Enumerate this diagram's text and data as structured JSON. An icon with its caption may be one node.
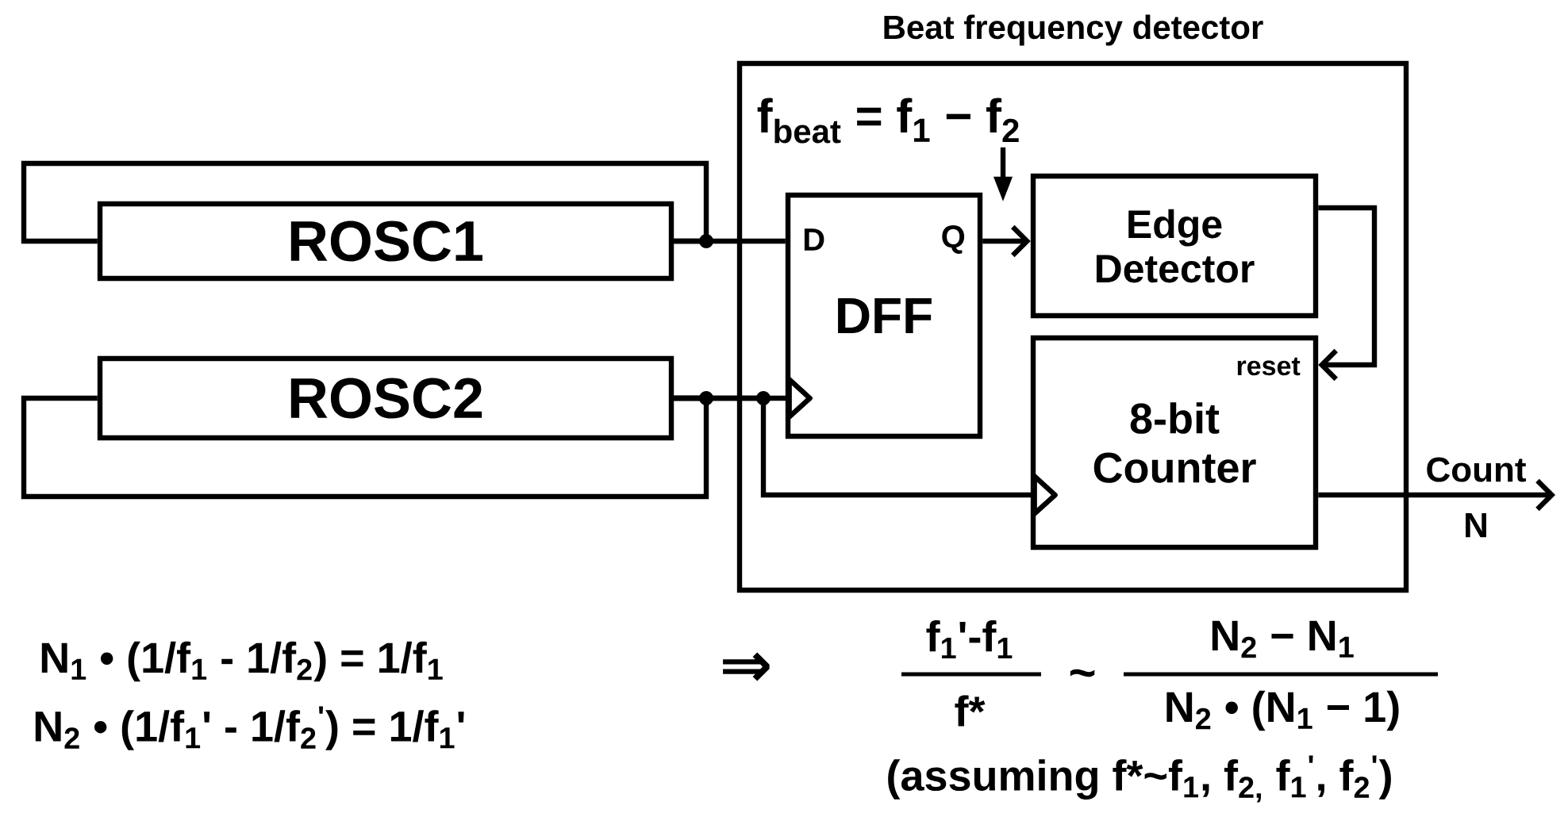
{
  "diagram": {
    "nodes": [
      {
        "text": [
          "Beat frequency detector"
        ]
      },
      {
        "text": [
          "ROSC1"
        ]
      },
      {
        "text": [
          "ROSC2"
        ]
      },
      {
        "text": [
          "D",
          "Q",
          "DFF"
        ],
        "in": 0
      },
      {
        "text": [
          "Edge Detector"
        ],
        "in": 0
      },
      {
        "text": [
          "reset",
          "8-bit Counter"
        ],
        "in": 0
      },
      {
        "text": [
          "f$_{beat}$ = f$_{1}$  −  f$_{2}$"
        ],
        "in": 0
      }
    ],
    "edges": [
      {
        "from": 1,
        "to": 1,
        "arrow": "none"
      },
      {
        "from": 1,
        "to": 3,
        "arrow": "none"
      },
      {
        "from": 2,
        "to": 2,
        "arrow": "none"
      },
      {
        "from": 2,
        "to": 3,
        "arrow": "to"
      },
      {
        "from": 2,
        "to": 5,
        "arrow": "to"
      },
      {
        "from": 3,
        "to": 4,
        "arrow": "to"
      },
      {
        "from": 4,
        "to": 5,
        "arrow": "to"
      },
      {
        "from": 5,
        "to": null,
        "arrow": "to",
        "label": "Count"
      },
      {
        "from": 6,
        "to": 3,
        "arrow": "to"
      }
    ],
    "labels": [
      "N",
      "N$_{1}$ • (1/f$_{1}$ - 1/f$_{2}$) = 1/f$_{1}$",
      "N$_{2}$ • (1/f$_{1}$' - 1/f$_{2}$$^{'}$) = 1/f$_{1}$'",
      "⇒",
      "f$_{1}$'-f$_{1}$",
      "f*",
      "~",
      "N$_{2}$ − N$_{1}$",
      "N$_{2}$ • (N$_{1}$ − 1)",
      "(assuming f*~f$_{1}$, f$_{2,}$ f$_{1}$$^{'}$, f$_{2}$$^{'}$)"
    ]
  }
}
